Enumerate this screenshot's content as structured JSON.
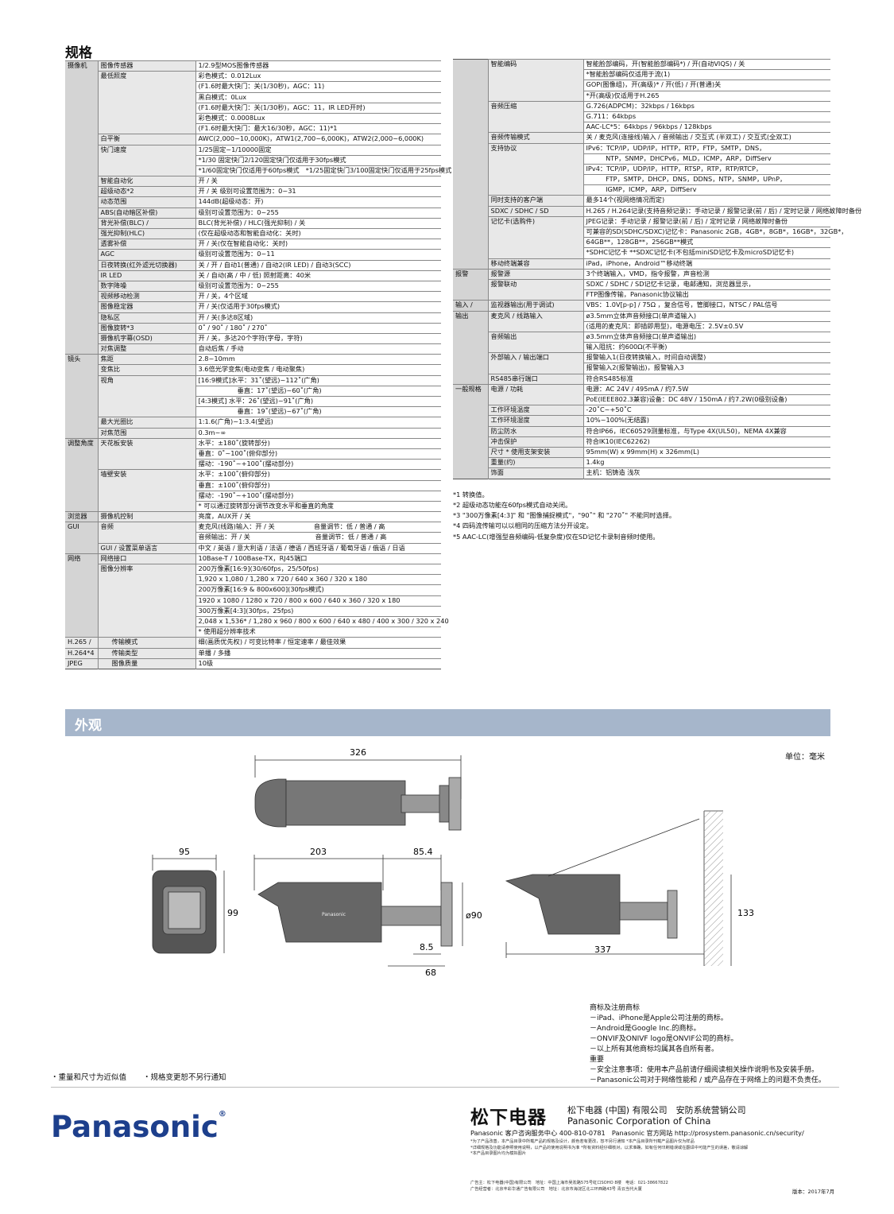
{
  "title": "规格",
  "specs_left": [
    [
      "摄像机",
      "图像传感器",
      "1/2.9型MOS图像传感器"
    ],
    [
      "",
      "最低照度",
      "彩色模式：0.012Lux"
    ],
    [
      "",
      "",
      "(F1.6时最大快门：关(1/30秒)，AGC：11)"
    ],
    [
      "",
      "",
      "黑白模式：0Lux"
    ],
    [
      "",
      "",
      "(F1.6时最大快门：关(1/30秒)，AGC：11，IR LED开时)"
    ],
    [
      "",
      "",
      "彩色模式：0.0008Lux"
    ],
    [
      "",
      "",
      "(F1.6时最大快门：最大16/30秒，AGC：11)*1"
    ],
    [
      "",
      "白平衡",
      "AWC(2,000~10,000K)，ATW1(2,700~6,000K)，ATW2(2,000~6,000K)"
    ],
    [
      "",
      "快门速度",
      "1/25固定~1/10000固定"
    ],
    [
      "",
      "",
      "*1/30 固定快门2/120固定快门仅适用于30fps模式"
    ],
    [
      "",
      "",
      "*1/60固定快门仅适用于60fps模式　*1/25固定快门3/100固定快门仅适用于25fps模式"
    ],
    [
      "",
      "智能自动化",
      "开 / 关"
    ],
    [
      "",
      "超级动态*2",
      "开 / 关 级别可设置范围为：0~31"
    ],
    [
      "",
      "动态范围",
      "144dB(超级动态：开)"
    ],
    [
      "",
      "ABS(自动暗区补偿)",
      "级别可设置范围为：0~255"
    ],
    [
      "",
      "背光补偿(BLC) /",
      "BLC(背光补偿) / HLC(强光抑制) / 关"
    ],
    [
      "",
      "强光抑制(HLC)",
      "(仅在超级动态和智能自动化：关时)"
    ],
    [
      "",
      "透雾补偿",
      "开 / 关(仅在智能自动化：关时)"
    ],
    [
      "",
      "AGC",
      "级别可设置范围为：0~11"
    ],
    [
      "",
      "日夜转换(红外滤光切换器)",
      "关 / 开 / 自动1(普通) / 自动2(IR LED) / 自动3(SCC)"
    ],
    [
      "",
      "IR LED",
      "关 / 自动(高 / 中 / 低) 照射距离：40米"
    ],
    [
      "",
      "数字降噪",
      "级别可设置范围为：0~255"
    ],
    [
      "",
      "视频移动检测",
      "开 / 关，4个区域"
    ],
    [
      "",
      "图像稳定器",
      "开 / 关(仅适用于30fps模式)"
    ],
    [
      "",
      "隐私区",
      "开 / 关(多达8区域)"
    ],
    [
      "",
      "图像旋转*3",
      "0˚ / 90˚ / 180˚ / 270˚"
    ],
    [
      "",
      "摄像机字幕(OSD)",
      "开 / 关，多达20个字符(字母，字符)"
    ],
    [
      "",
      "对焦调整",
      "自动后焦 / 手动"
    ],
    [
      "镜头",
      "焦距",
      "2.8~10mm"
    ],
    [
      "",
      "变焦比",
      "3.6倍光学变焦(电动变焦 / 电动聚焦)"
    ],
    [
      "",
      "视角",
      "[16:9模式]水平：31˚(望远)~112˚(广角)"
    ],
    [
      "",
      "",
      "　　　　　　垂直：17˚(望远)~60˚(广角)"
    ],
    [
      "",
      "",
      "[4:3模式] 水平：26˚(望远)~91˚(广角)"
    ],
    [
      "",
      "",
      "　　　　　　垂直：19˚(望远)~67˚(广角)"
    ],
    [
      "",
      "最大光圈比",
      "1:1.6(广角)~1:3.4(望远)"
    ],
    [
      "",
      "对焦范围",
      "0.3m~∞"
    ],
    [
      "调整角度",
      "天花板安装",
      "水平：±180˚(旋转部分)"
    ],
    [
      "",
      "",
      "垂直：0˚~100˚(俯仰部分)"
    ],
    [
      "",
      "",
      "摆动：-190˚~+100˚(摆动部分)"
    ],
    [
      "",
      "墙壁安装",
      "水平：±100˚(俯仰部分)"
    ],
    [
      "",
      "",
      "垂直：±100˚(俯仰部分)"
    ],
    [
      "",
      "",
      "摆动：-190˚~+100˚(摆动部分)"
    ],
    [
      "",
      "",
      "* 可以通过旋转部分调节改变水平和垂直的角度"
    ],
    [
      "浏览器",
      "摄像机控制",
      "亮度，AUX开 / 关"
    ],
    [
      "GUI",
      "音频",
      "麦克风(线路)输入：开 / 关　　　　　　音量调节：低 / 普通 / 高"
    ],
    [
      "",
      "",
      "音频输出：开 / 关　　　　　　　　　　音量调节：低 / 普通 / 高"
    ],
    [
      "",
      "GUI / 设置菜单语言",
      "中文 / 英语 / 意大利语 / 法语 / 德语 / 西班牙语 / 葡萄牙语 / 俄语 / 日语"
    ],
    [
      "网络",
      "网络接口",
      "10Base-T / 100Base-TX，RJ45端口"
    ],
    [
      "",
      "图像分辨率",
      "200万像素[16:9](30/60fps，25/50fps)"
    ],
    [
      "",
      "",
      "1,920 x 1,080 / 1,280 x 720 / 640 x 360 / 320 x 180"
    ],
    [
      "",
      "",
      "200万像素[16:9 & 800x600](30fps模式)"
    ],
    [
      "",
      "",
      "1920 x 1080 / 1280 x 720 / 800 x 600 / 640 x 360 / 320 x 180"
    ],
    [
      "",
      "",
      "300万像素[4:3](30fps，25fps)"
    ],
    [
      "",
      "",
      "2,048 x 1,536* / 1,280 x 960 / 800 x 600 / 640 x 480 / 400 x 300 / 320 x 240"
    ],
    [
      "",
      "",
      "* 使用超分辨率技术"
    ]
  ],
  "codec_rows": [
    [
      "H.265 /",
      "传输模式",
      "细(画质优先权) / 可变比特率 / 恒定速率 / 最佳效果"
    ],
    [
      "H.264*4",
      "传输类型",
      "单播 / 多播"
    ],
    [
      "JPEG",
      "图像质量",
      "10级"
    ]
  ],
  "specs_right": [
    [
      "",
      "智能编码",
      "智能脸部编码，开(智能脸部编码*) / 开(自动VIQS) / 关"
    ],
    [
      "",
      "",
      "*智能脸部编码仅适用于流(1)"
    ],
    [
      "",
      "",
      "GOP(图像组)，开(高级)* / 开(低) / 开(普通)关"
    ],
    [
      "",
      "",
      "*开(高级)仅适用于H.265"
    ],
    [
      "",
      "音频压缩",
      "G.726(ADPCM)：32kbps / 16kbps"
    ],
    [
      "",
      "",
      "G.711：64kbps"
    ],
    [
      "",
      "",
      "AAC-LC*5：64kbps / 96kbps / 128kbps"
    ],
    [
      "",
      "音频传输模式",
      "关 / 麦克风(连接线)输入 / 音频输出 / 交互式 (半双工) / 交互式(全双工)"
    ],
    [
      "",
      "支持协议",
      "IPv6：TCP/IP，UDP/IP，HTTP，RTP，FTP，SMTP，DNS，"
    ],
    [
      "",
      "",
      "　　　NTP，SNMP，DHCPv6，MLD，ICMP，ARP，DiffServ"
    ],
    [
      "",
      "",
      "IPv4：TCP/IP，UDP/IP，HTTP，RTSP，RTP，RTP/RTCP，"
    ],
    [
      "",
      "",
      "　　　FTP，SMTP，DHCP，DNS，DDNS，NTP，SNMP，UPnP，"
    ],
    [
      "",
      "",
      "　　　IGMP，ICMP，ARP，DiffServ"
    ],
    [
      "",
      "同时支持的客户端",
      "最多14个(视网络情况而定)"
    ],
    [
      "",
      "SDXC / SDHC / SD",
      "H.265 / H.264记录(支持音频记录)：手动记录 / 报警记录(前 / 后) / 定时记录 / 网络故障时备份"
    ],
    [
      "",
      "记忆卡(选购件)",
      "JPEG记录：手动记录 / 报警记录(前 / 后) / 定时记录 / 网络故障时备份"
    ],
    [
      "",
      "",
      "可兼容的SD(SDHC/SDXC)记忆卡：Panasonic 2GB，4GB*，8GB*，16GB*，32GB*，"
    ],
    [
      "",
      "",
      "64GB**，128GB**，256GB**模式"
    ],
    [
      "",
      "",
      "*SDHC记忆卡 **SDXC记忆卡(不包括miniSD记忆卡及microSD记忆卡)"
    ],
    [
      "",
      "移动终端兼容",
      "iPad，iPhone，Android™移动终端"
    ],
    [
      "报警",
      "报警源",
      "3个终端输入，VMD，指令报警，声音检测"
    ],
    [
      "",
      "报警联动",
      "SDXC / SDHC / SD记忆卡记录，电邮通知，浏览器显示，"
    ],
    [
      "",
      "",
      "FTP图像传输，Panasonic协议输出"
    ],
    [
      "输入 /",
      "监视器输出(用于调试)",
      "VBS：1.0V[p-p] / 75Ω ，复合信号，管脚接口，NTSC / PAL信号"
    ],
    [
      "输出",
      "麦克风 / 线路输入",
      "ø3.5mm立体声音频接口(单声道输入)"
    ],
    [
      "",
      "",
      "(适用的麦克风：即插即用型)，电源电压：2.5V±0.5V"
    ],
    [
      "",
      "音频输出",
      "ø3.5mm立体声音频接口(单声道输出)"
    ],
    [
      "",
      "",
      "输入阻抗：约600Ω(不平衡)"
    ],
    [
      "",
      "外部输入 / 输出端口",
      "报警输入1(日夜转换输入，时间自动调整)"
    ],
    [
      "",
      "",
      "报警输入2(报警输出)，报警输入3"
    ],
    [
      "",
      "RS485串行端口",
      "符合RS485标准"
    ],
    [
      "一般规格",
      "电源 / 功耗",
      "电源：AC 24V / 495mA / 约7.5W"
    ],
    [
      "",
      "",
      "PoE(IEEE802.3兼容)设备：DC 48V / 150mA / 约7.2W(0级别设备)"
    ],
    [
      "",
      "工作环境温度",
      "-20˚C~+50˚C"
    ],
    [
      "",
      "工作环境湿度",
      "10%~100%(无结露)"
    ],
    [
      "",
      "防尘防水",
      "符合IP66，IEC60529测量标准，与Type 4X(UL50)，NEMA 4X兼容"
    ],
    [
      "",
      "冲击保护",
      "符合IK10(IEC62262)"
    ],
    [
      "",
      "尺寸 * 使用支架安装",
      "95mm(W) x 99mm(H) x 326mm(L)"
    ],
    [
      "",
      "重量(约)",
      "1.4kg"
    ],
    [
      "",
      "饰面",
      "主机：铝铸造 浅灰"
    ]
  ],
  "notes": [
    "*1 转换值。",
    "*2 超级动态功能在60fps模式自动关闭。",
    "*3 \"300万像素[4:3]\" 和 \"图像捕捉模式\"，\"90˚\" 和 \"270˚\" 不能同时选择。",
    "*4 四码流传输可以以相同的压缩方法分开设定。",
    "*5 AAC-LC(增强型音频编码-低复杂度)仅在SD记忆卡录制音频时使用。"
  ],
  "appearance_title": "外观",
  "unit_label": "单位：毫米",
  "dimensions": {
    "d326": "326",
    "d95": "95",
    "d99": "99",
    "d203": "203",
    "d85": "85.4",
    "d90": "ø90",
    "d8": "8.5",
    "d68": "68",
    "d133": "133",
    "d337": "337"
  },
  "camera_label": "Panasonic",
  "trademarks": [
    "商标及注册商标",
    "－iPad、iPhone是Apple公司注册的商标。",
    "－Android是Google Inc.的商标。",
    "－ONVIF及ONIVF logo是ONVIF公司的商标。",
    "－以上所有其他商标均属其各自所有者。",
    "重要",
    "－安全注意事项：使用本产品前请仔细阅读相关操作说明书及安装手册。",
    "－Panasonic公司对于网络性能和 / 或产品存在于网络上的问题不负责任。"
  ],
  "footer_note1": "・重量和尺寸为近似值",
  "footer_note2": "・规格变更恕不另行通知",
  "brand_logo": "Panasonic",
  "brand_reg": "®",
  "cn_logo": "松下电器",
  "company_cn": "松下电器 (中国) 有限公司　安防系统营销公司",
  "company_en": "Panasonic Corporation of China",
  "service_line": "Panasonic 客户咨询服务中心 400-810-0781　Panasonic 官方网站 http://prosystem.panasonic.cn/security/",
  "fine_print": [
    "*为了产品改善，本产品目录中所载产品的规格及设计，颜色若有更改，恕不另行通知 *本产品目录所刊载产品图片仅为样品",
    "*详细规格及功能请参照使用说明，以产品的使用说明书为准 *所有资料经仔细核对，以求准确，如有任何印刷错误或在翻译中可能产生的误差，敬请谅解",
    "*本产品目录图片均为模拟图片"
  ],
  "advertiser": [
    "广告主：松下电器(中国)有限公司　地址：中国上海市吴淞路575号虹口SOHO 8楼　电话：021-38667822",
    "广告经营者：北京丰彩华通广告有限公司　地址：北京市海淀区北三环西路43号 青云当代大厦"
  ],
  "version": "版本：2017年7月"
}
